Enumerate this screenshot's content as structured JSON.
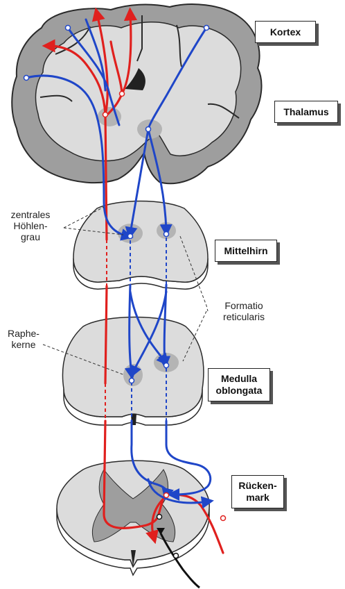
{
  "labels": {
    "kortex": "Kortex",
    "thalamus": "Thalamus",
    "mittelhirn": "Mittelhirn",
    "medulla_line1": "Medulla",
    "medulla_line2": "oblongata",
    "rueckenmark_line1": "Rücken-",
    "rueckenmark_line2": "mark",
    "zentrales_line1": "zentrales",
    "zentrales_line2": "Höhlen-",
    "zentrales_line3": "grau",
    "formatio_line1": "Formatio",
    "formatio_line2": "reticularis",
    "raphe_line1": "Raphe-",
    "raphe_line2": "kerne"
  },
  "colors": {
    "tissue_light": "#dcdcdc",
    "tissue_dark": "#9e9e9e",
    "outline": "#2a2a2a",
    "descending_pathway": "#e0201e",
    "ascending_pathway": "#1f46c8",
    "afferent_fiber": "#111111",
    "nucleus_shade": "#b4b4b4"
  },
  "icons": {
    "neuron_soma": "small-circle",
    "synapse_terminal": "triangle-head"
  }
}
